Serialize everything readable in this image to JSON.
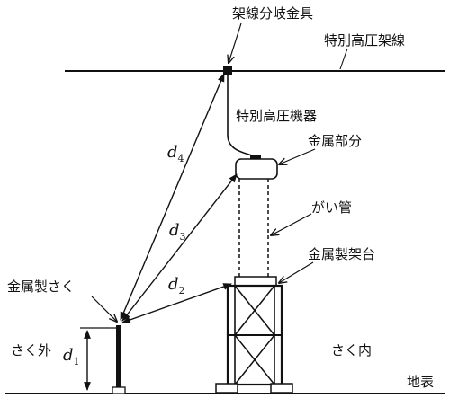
{
  "labels": {
    "branch_fitting": "架線分岐金具",
    "overhead_line": "特別高圧架線",
    "equipment": "特別高圧機器",
    "metal_part": "金属部分",
    "bushing": "がい管",
    "metal_stand": "金属製架台",
    "metal_fence": "金属製さく",
    "outside_fence": "さく外",
    "inside_fence": "さく内",
    "ground_surface": "地表"
  },
  "distances": [
    {
      "base": "d",
      "sub": "1"
    },
    {
      "base": "d",
      "sub": "2"
    },
    {
      "base": "d",
      "sub": "3"
    },
    {
      "base": "d",
      "sub": "4"
    }
  ]
}
